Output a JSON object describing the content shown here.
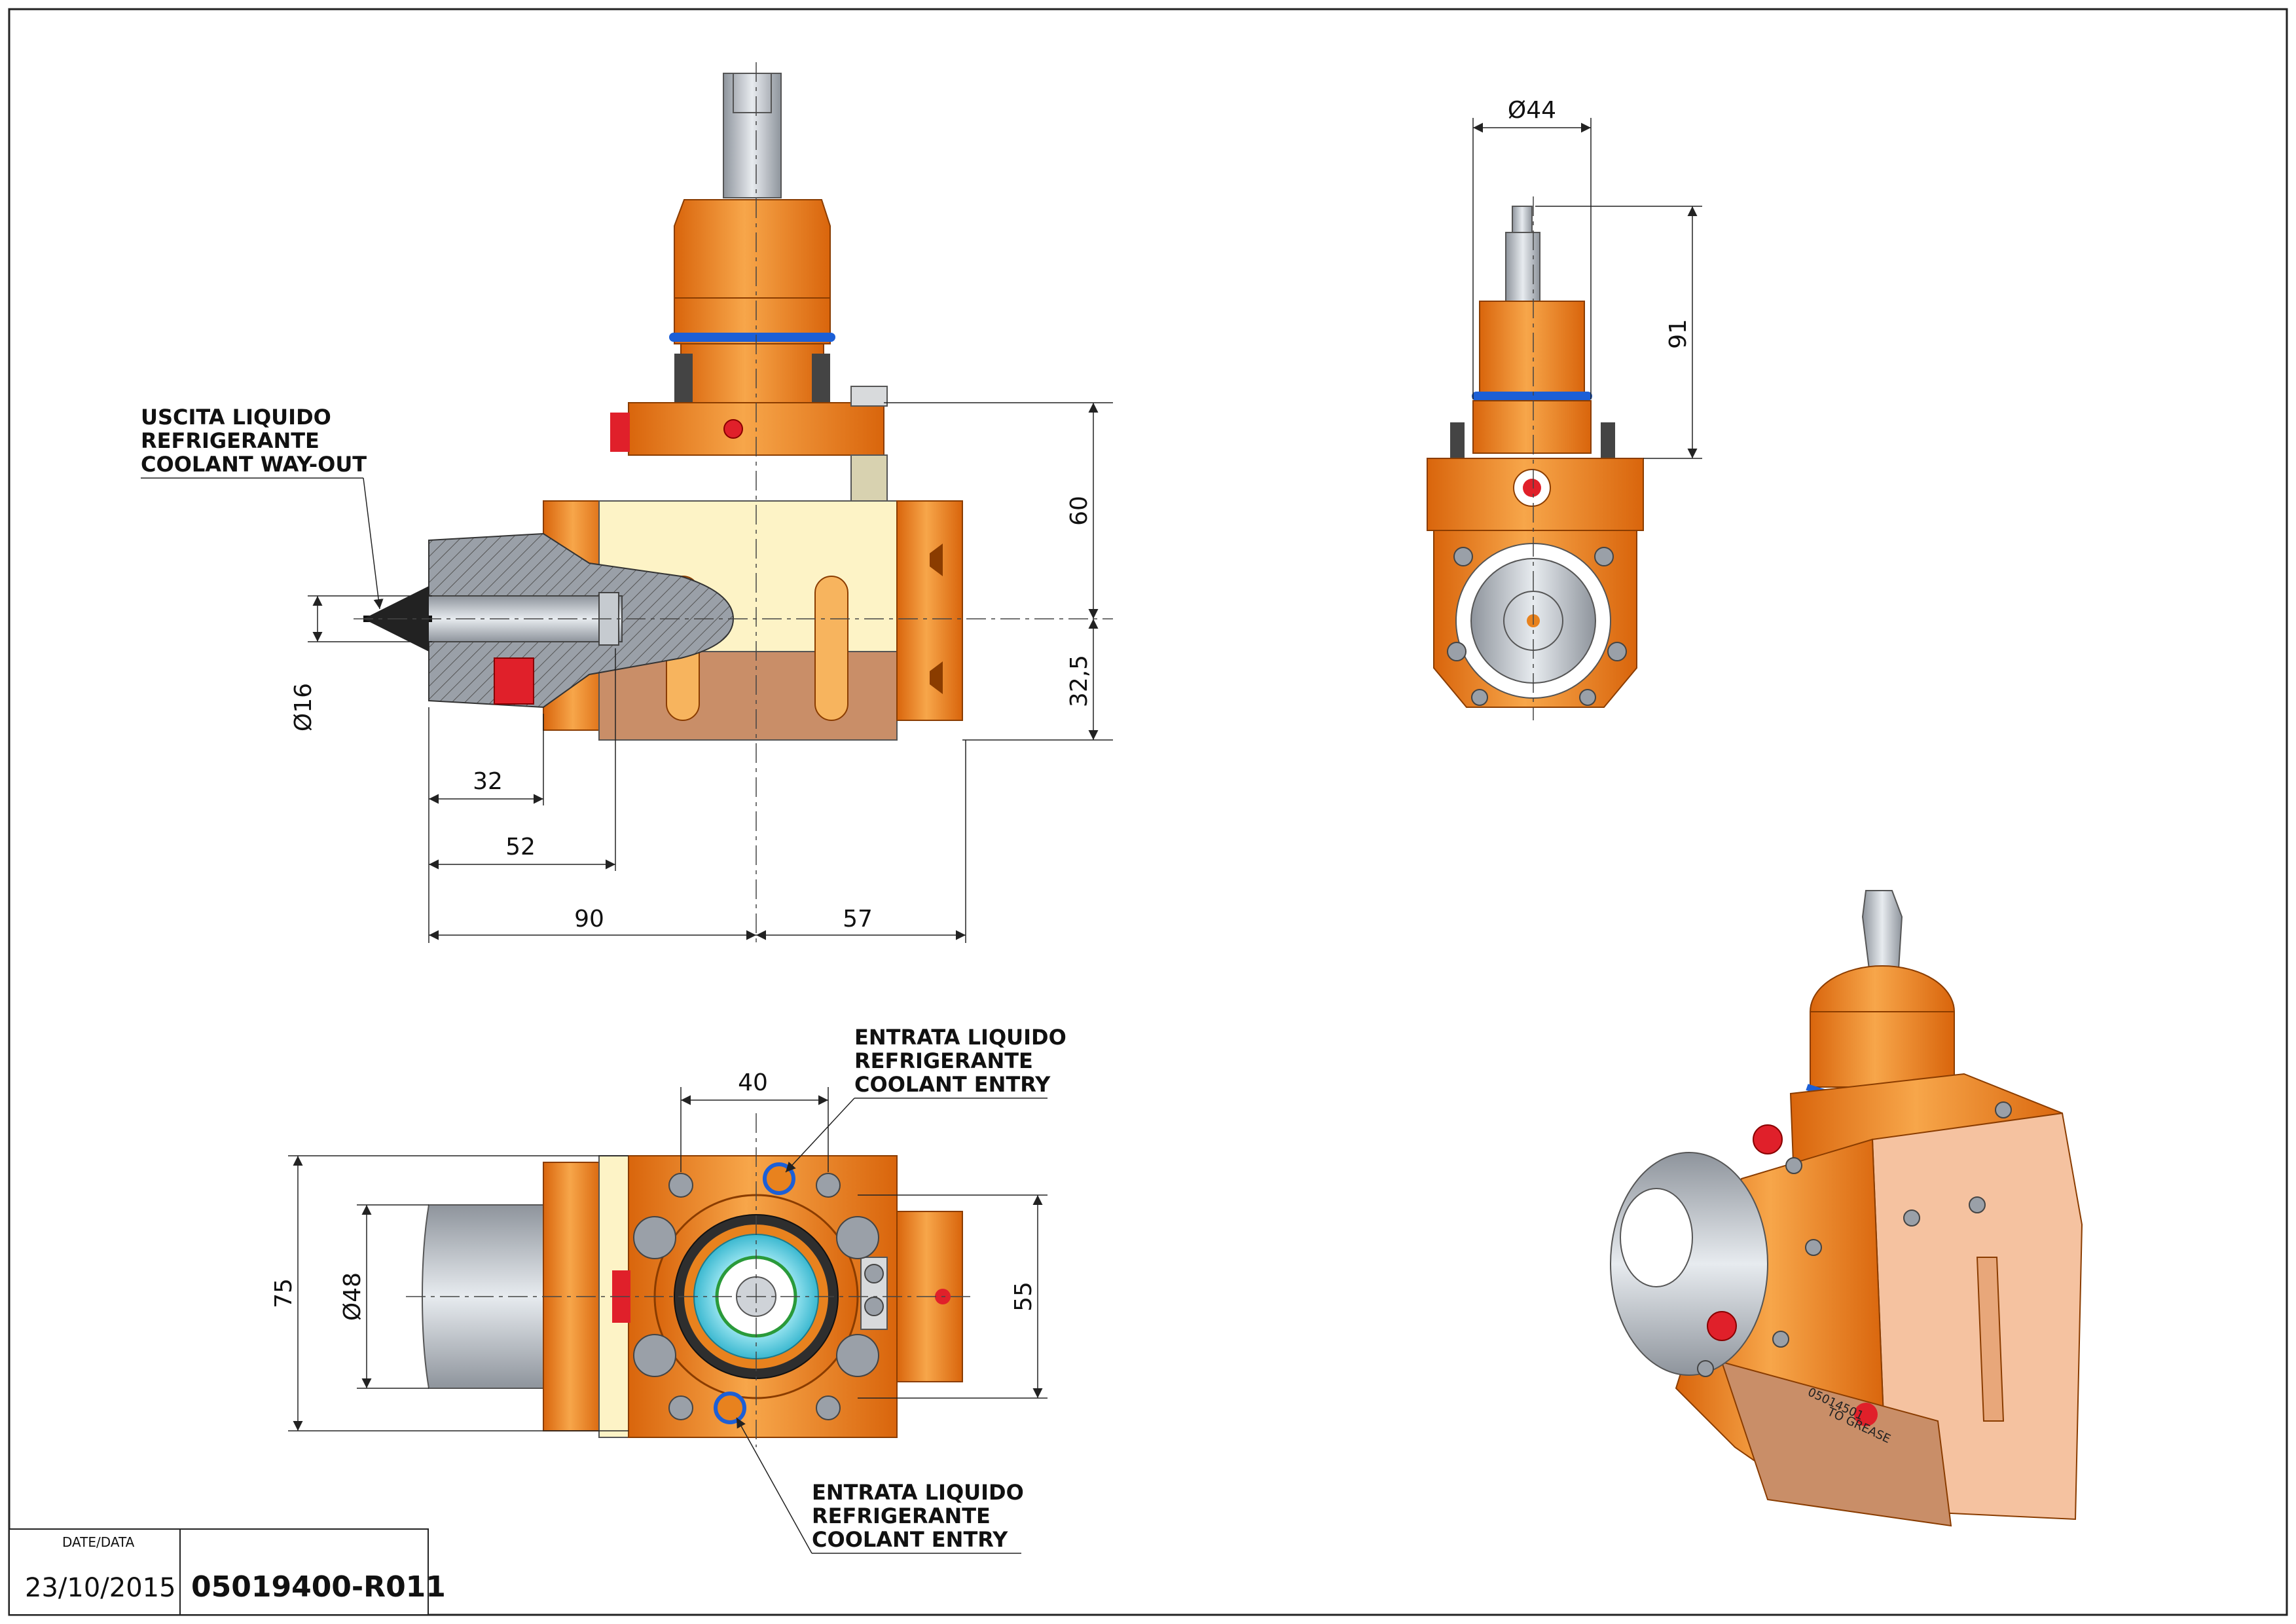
{
  "drawing": {
    "notes": {
      "coolant_out": [
        "USCITA LIQUIDO",
        "REFRIGERANTE",
        "COOLANT WAY-OUT"
      ],
      "coolant_entry_top": [
        "ENTRATA LIQUIDO",
        "REFRIGERANTE",
        "COOLANT ENTRY"
      ],
      "coolant_entry_bottom": [
        "ENTRATA LIQUIDO",
        "REFRIGERANTE",
        "COOLANT ENTRY"
      ]
    },
    "dimensions": {
      "front": {
        "d16": "Ø16",
        "d32": "32",
        "d52": "52",
        "d90": "90",
        "d57": "57",
        "d60": "60",
        "d32_5": "32,5"
      },
      "side": {
        "d44": "Ø44",
        "d91": "91"
      },
      "bottom": {
        "d40": "40",
        "d75": "75",
        "d48": "Ø48",
        "d55": "55"
      }
    },
    "part_marking": {
      "serial": "05014501",
      "grease": "TO GREASE"
    },
    "colors": {
      "orange": "#e8821e",
      "orange_light": "#f6a94a",
      "cream": "#fdf3c6",
      "tan": "#c98e68",
      "steel": "#9aa0a8",
      "blue_ring": "#1c5fd6",
      "red": "#e0202a"
    }
  },
  "title_block": {
    "date_label": "DATE/DATA",
    "date_value": "23/10/2015",
    "drawing_code": "05019400-R011"
  }
}
